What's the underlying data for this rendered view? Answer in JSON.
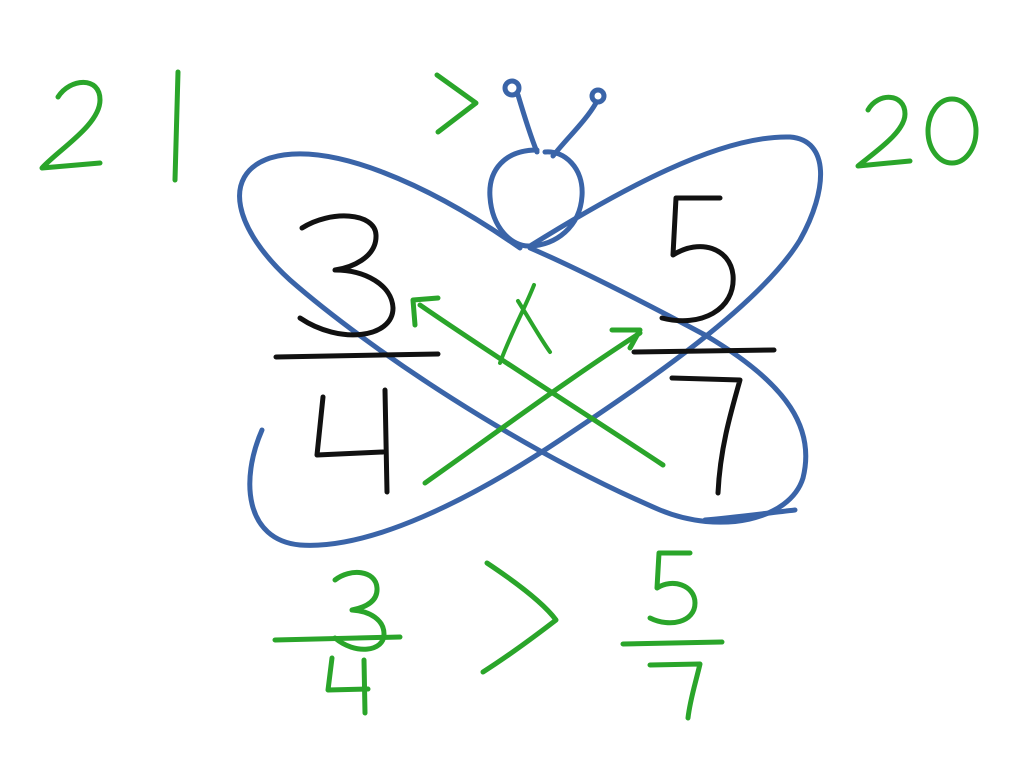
{
  "canvas": {
    "background": "#ffffff"
  },
  "colors": {
    "green": "#2aa52a",
    "blue": "#3a64a8",
    "black": "#111111"
  },
  "products": {
    "left": "21",
    "right": "20",
    "relation": ">"
  },
  "fractions": {
    "left": {
      "numerator": "3",
      "denominator": "4"
    },
    "right": {
      "numerator": "5",
      "denominator": "7"
    },
    "operator": "x"
  },
  "answer": {
    "left": {
      "numerator": "3",
      "denominator": "4"
    },
    "relation": ">",
    "right": {
      "numerator": "5",
      "denominator": "7"
    }
  },
  "icons": [
    "butterfly-drawing",
    "cross-multiply-arrows"
  ]
}
